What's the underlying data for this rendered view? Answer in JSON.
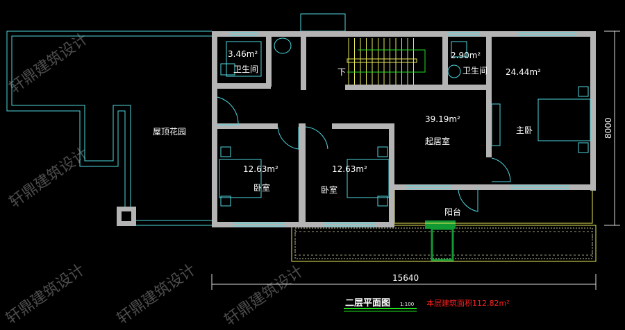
{
  "plan": {
    "title": "二层平面图",
    "scale": "1:100",
    "area_note": "本层建筑面积112.82m²",
    "watermark": "轩鼎建筑设计",
    "dimensions": {
      "width": "15640",
      "depth": "8000"
    },
    "rooms": {
      "roof_garden": "屋顶花园",
      "bath_left_area": "3.46m²",
      "bath_left": "卫生间",
      "bath_right_area": "2.90m²",
      "bath_right": "卫生间",
      "stair_down": "下",
      "master_area": "24.44m²",
      "master": "主卧",
      "living_area": "39.19m²",
      "living": "起居室",
      "bed1_area": "12.63m²",
      "bed1": "卧室",
      "bed2_area": "12.63m²",
      "bed2": "卧室",
      "balcony": "阳台"
    },
    "colors": {
      "wall": "#b4b4b4",
      "line": "#4fd8e0",
      "title_underline": "#22dd22",
      "note": "#ff2020"
    }
  }
}
